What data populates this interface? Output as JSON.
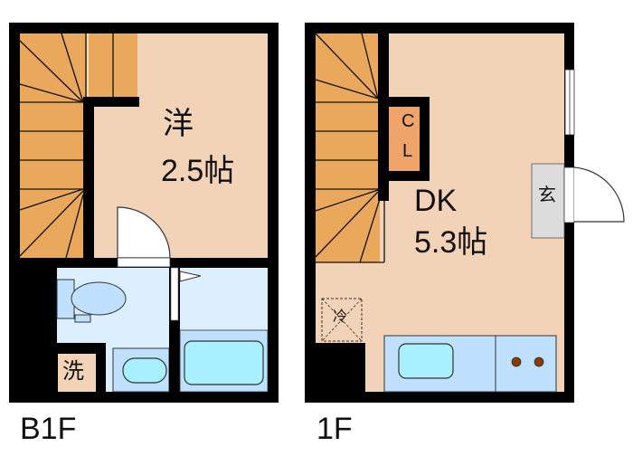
{
  "floors": [
    {
      "id": "b1f",
      "label": "B1F",
      "rooms": [
        {
          "type": "洋",
          "size": "2.5帖"
        }
      ],
      "fixtures": {
        "washer": "洗"
      }
    },
    {
      "id": "1f",
      "label": "1F",
      "rooms": [
        {
          "type": "DK",
          "size": "5.3帖"
        }
      ],
      "fixtures": {
        "closet_line1": "C",
        "closet_line2": "L",
        "entrance": "玄",
        "fridge": "冷"
      }
    }
  ],
  "colors": {
    "wall": "#000000",
    "room_floor": "#f3d3b7",
    "stairs": "#e9a85c",
    "closet": "#efa56a",
    "wet_area": "#dcefff",
    "bath_fixture": "#bfe0ff",
    "tub_water": "#a9f0ff",
    "entrance_floor": "#dcdcdc",
    "stove_burner": "#8a3a00"
  }
}
